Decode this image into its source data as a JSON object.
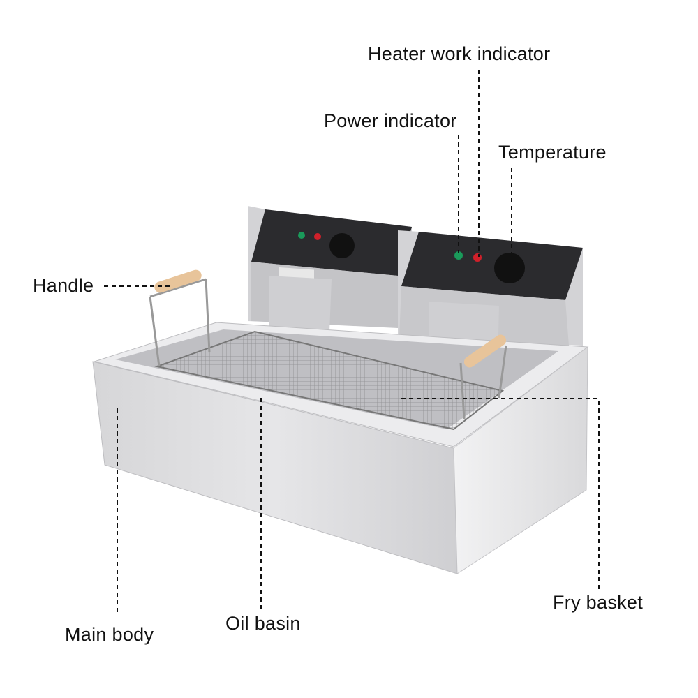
{
  "labels": {
    "heater_work_indicator": "Heater work indicator",
    "power_indicator": "Power indicator",
    "temperature": "Temperature",
    "handle": "Handle",
    "fry_basket": "Fry basket",
    "oil_basin": "Oil basin",
    "main_body": "Main body"
  },
  "colors": {
    "steel_light": "#e4e4e6",
    "steel_mid": "#c9c9cc",
    "panel_dark": "#2b2b2e",
    "power_light": "#1a9a5a",
    "heater_light": "#d0202a",
    "handle_wood": "#e8c49a"
  }
}
